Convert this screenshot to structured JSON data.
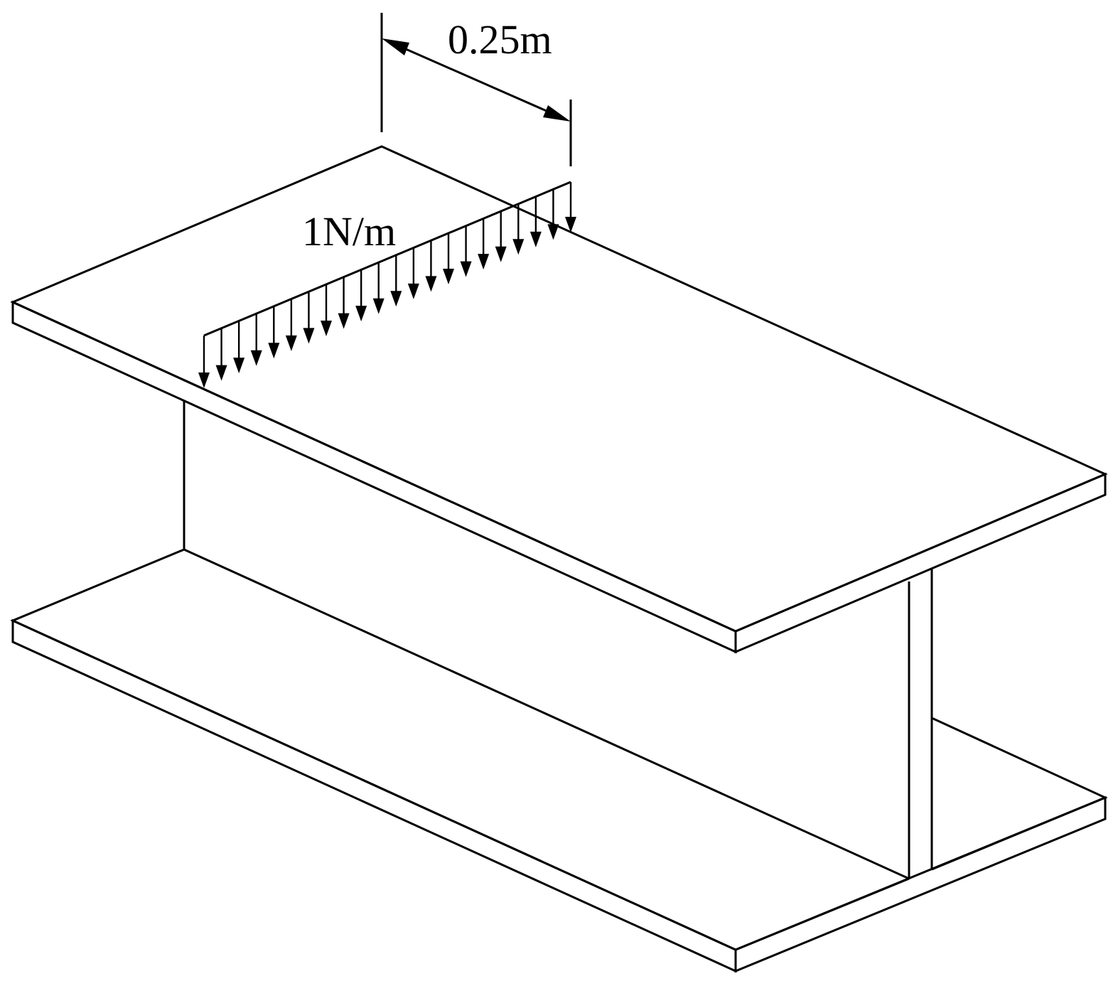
{
  "diagram": {
    "description_type": "i-beam-distributed-load",
    "labels": {
      "dimension": "0.25m",
      "load": "1N/m"
    },
    "load_arrow_count": 22,
    "colors": {
      "ink": "#000000",
      "background": "#ffffff"
    }
  }
}
